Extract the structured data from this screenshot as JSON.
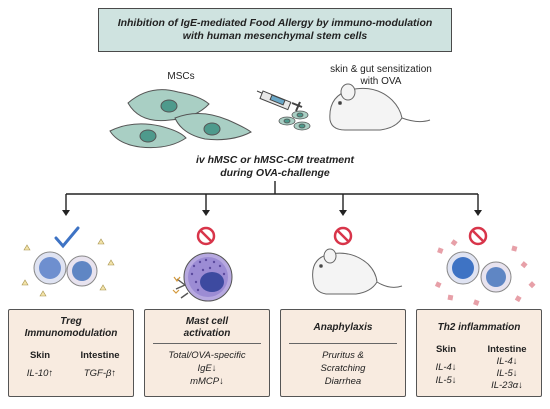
{
  "title": {
    "line1": "Inhibition of IgE-mediated Food Allergy by immuno-modulation",
    "line2": "with human mesenchymal stem cells"
  },
  "top_labels": {
    "mscs": "MSCs",
    "sensitization_line1": "skin & gut sensitization",
    "sensitization_line2": "with OVA"
  },
  "treatment": {
    "line1": "iv hMSC or hMSC-CM treatment",
    "line2": "during OVA-challenge"
  },
  "cards": {
    "treg": {
      "title_line1": "Treg",
      "title_line2": "Immunomodulation",
      "col1_header": "Skin",
      "col1_value": "IL-10",
      "col1_arrow": "↑",
      "col2_header": "Intestine",
      "col2_value": "TGF-β",
      "col2_arrow": "↑"
    },
    "mast": {
      "title_line1": "Mast cell",
      "title_line2": "activation",
      "line1": "Total/OVA-specific",
      "line2_value": "IgE",
      "line2_arrow": "↓",
      "line3_value": "mMCP",
      "line3_arrow": "↓"
    },
    "anaphylaxis": {
      "title": "Anaphylaxis",
      "line1": "Pruritus &",
      "line2": "Scratching",
      "line3": "Diarrhea"
    },
    "th2": {
      "title": "Th2 inflammation",
      "col1_header": "Skin",
      "col1_values": [
        "IL-4↓",
        "IL-5↓"
      ],
      "col2_header": "Intestine",
      "col2_values": [
        "IL-4↓",
        "IL-5↓",
        "IL-23α↓"
      ]
    }
  },
  "colors": {
    "title_bg": "#cfe3e0",
    "card_bg": "#f8ebe0",
    "msc_fill": "#a9cfc4",
    "treg_cell": "#5f86c4",
    "mast_cell": "#8e7cc7",
    "prohibit_red": "#d8354a",
    "checkmark_blue": "#3e73c4"
  },
  "icons": [
    "msc-cell-icon",
    "syringe-icon",
    "mouse-icon",
    "checkmark-icon",
    "prohibit-icon",
    "treg-cell-icon",
    "mast-cell-icon",
    "th2-cell-icon"
  ]
}
